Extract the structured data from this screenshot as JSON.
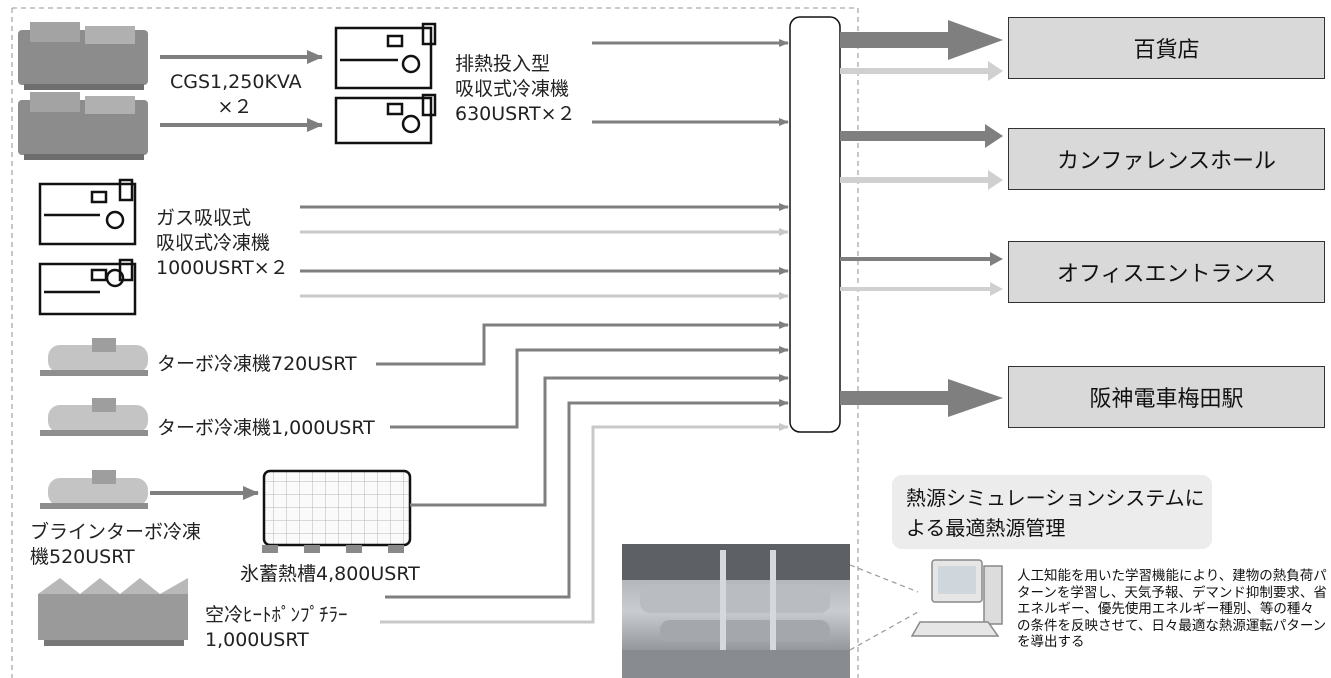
{
  "equipment": {
    "cgs": [
      "CGS1,250KVA",
      "×２"
    ],
    "heat_absorption_chiller": [
      "排熱投入型",
      "吸収式冷凍機",
      "630USRT×２"
    ],
    "gas_absorption_chiller": [
      "ガス吸収式",
      "吸収式冷凍機",
      "1000USRT×２"
    ],
    "turbo_720": "ターボ冷凍機720USRT",
    "turbo_1000": "ターボ冷凍機1,000USRT",
    "brine_turbo": [
      "ブラインターボ冷凍",
      "機520USRT"
    ],
    "ice_storage": "氷蓄熱槽4,800USRT",
    "air_cooled_heatpump": [
      "空冷ﾋｰﾄﾎﾟﾝﾌﾟﾁﾗｰ",
      "1,000USRT"
    ]
  },
  "destinations": [
    "百貨店",
    "カンファレンスホール",
    "オフィスエントランス",
    "阪神電車梅田駅"
  ],
  "simulation": {
    "title": [
      "熱源シミュレーションシステムに",
      "よる最適熱源管理"
    ],
    "description": "人工知能を用いた学習機能により、建物の熱負荷パターンを学習し、天気予報、デマンド抑制要求、省エネルギー、優先使用エネルギー種別、等の種々の条件を反映させて、日々最適な熱源運転パターンを導出する"
  },
  "colors": {
    "dark_arrow": "#7f7f7f",
    "light_arrow": "#c8c8c8",
    "dest_fill": "#d9d9d9",
    "sim_fill": "#ececec"
  }
}
